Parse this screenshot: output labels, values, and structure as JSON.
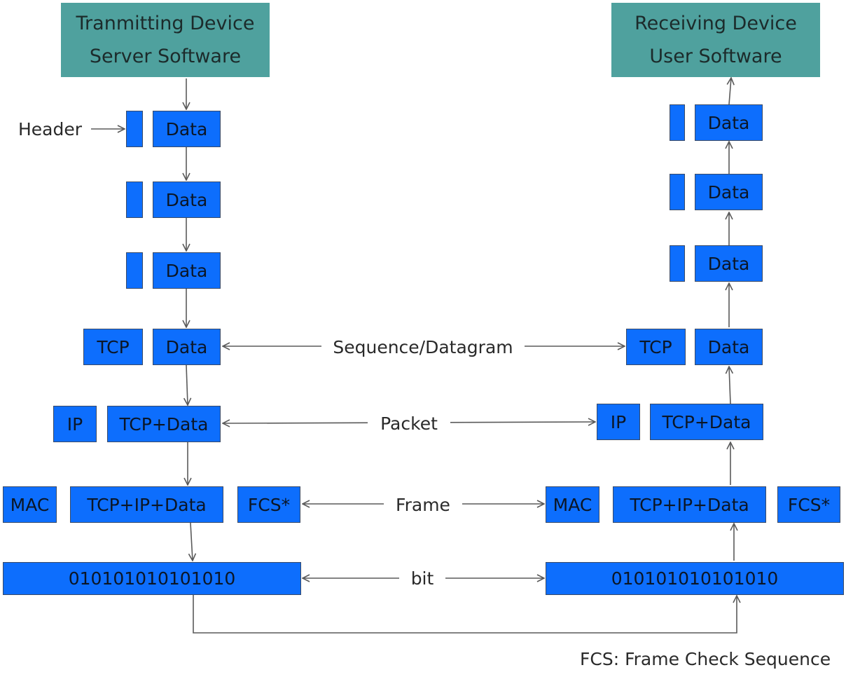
{
  "transmitting": {
    "line1": "Tranmitting Device",
    "line2": "Server Software"
  },
  "receiving": {
    "line1": "Receiving Device",
    "line2": "User Software"
  },
  "labels": {
    "header": "Header",
    "data": "Data",
    "tcp": "TCP",
    "ip": "IP",
    "mac": "MAC",
    "fcs": "FCS*",
    "tcp_data": "TCP+Data",
    "tcp_ip_data": "TCP+IP+Data",
    "bits": "010101010101010"
  },
  "links": {
    "segment": "Sequence/Datagram",
    "packet": "Packet",
    "frame": "Frame",
    "bit": "bit"
  },
  "footnote": "FCS: Frame Check Sequence",
  "colors": {
    "block": "#0d6efd",
    "device": "#4fa19e",
    "line": "#5a5a5a"
  }
}
